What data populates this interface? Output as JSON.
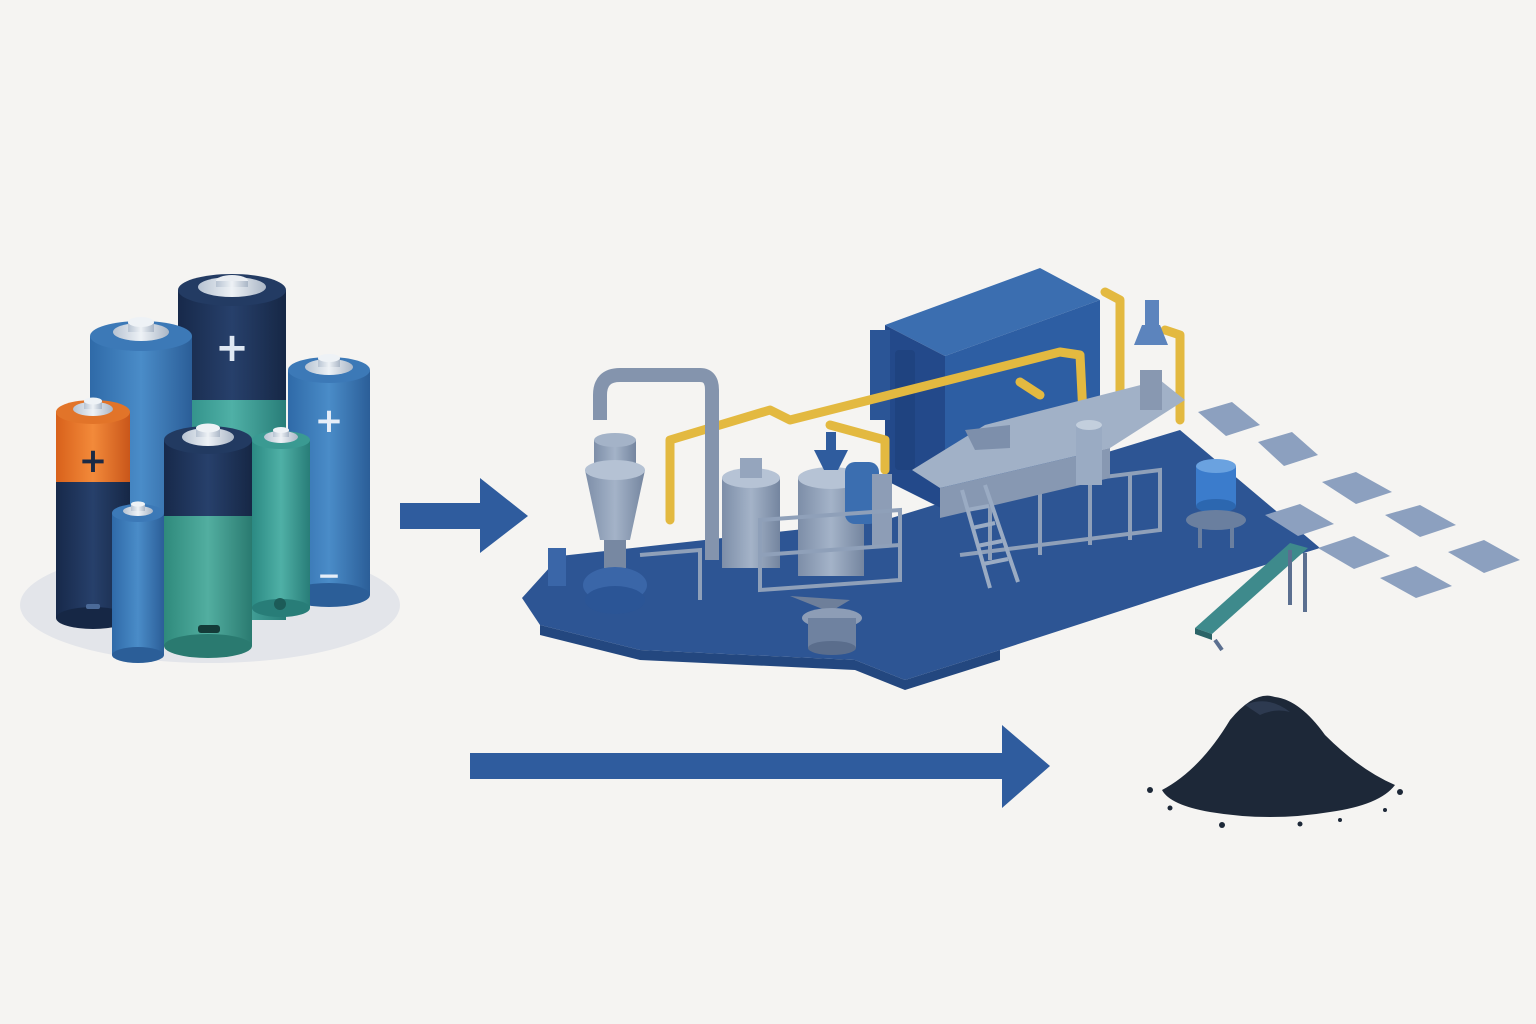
{
  "colors": {
    "background": "#f5f4f2",
    "arrow": "#2f5c9e",
    "plant_base": "#2d5594",
    "pipe_yellow": "#e3b940",
    "powder": "#1d2838"
  },
  "batteries": [
    {
      "id": "navy-teal-large",
      "color": "navy-top-teal-body",
      "symbol": "+"
    },
    {
      "id": "blue-tall",
      "color": "blue",
      "symbol": ""
    },
    {
      "id": "blue-right",
      "color": "blue",
      "symbol": "+"
    },
    {
      "id": "orange-navy",
      "color": "orange-top-navy-body",
      "symbol": "+"
    },
    {
      "id": "navy-green-front",
      "color": "navy-top-green-body",
      "symbol": ""
    },
    {
      "id": "teal-small",
      "color": "teal",
      "symbol": ""
    },
    {
      "id": "blue-small-front",
      "color": "blue",
      "symbol": ""
    }
  ],
  "battery_symbols": {
    "plus": "+",
    "minus": "−"
  },
  "icons": [
    "battery-cluster-icon",
    "right-arrow-icon",
    "recycling-plant-icon",
    "long-right-arrow-icon",
    "black-mass-powder-icon"
  ]
}
